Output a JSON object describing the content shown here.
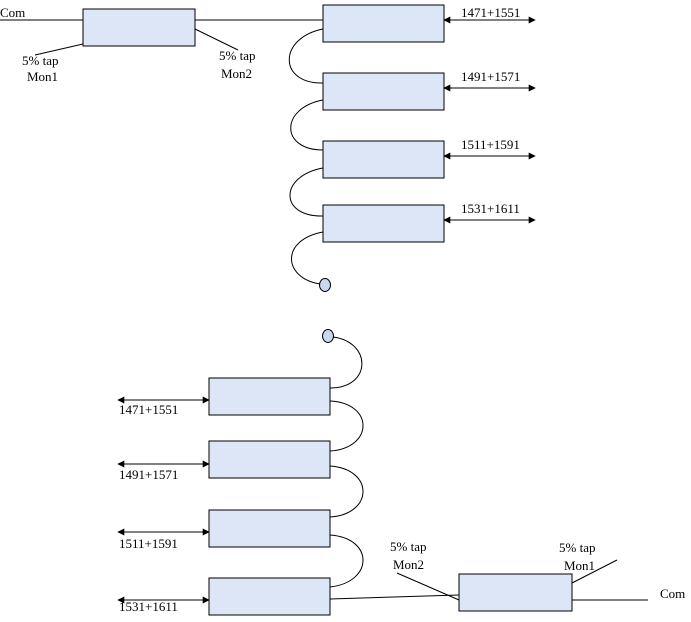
{
  "colors": {
    "box_fill": "#dde6f6",
    "line": "#000000",
    "fiber_end_fill": "#c9d7ef"
  },
  "top": {
    "com_label": "Com",
    "tap1_label": "5% tap",
    "mon1_label": "Mon1",
    "tap2_label": "5% tap",
    "mon2_label": "Mon2",
    "channels": [
      "1471+1551",
      "1491+1571",
      "1511+1591",
      "1531+1611"
    ]
  },
  "bottom": {
    "com_label": "Com",
    "tap1_label": "5% tap",
    "mon1_label": "Mon1",
    "tap2_label": "5% tap",
    "mon2_label": "Mon2",
    "channels": [
      "1471+1551",
      "1491+1571",
      "1511+1591",
      "1531+1611"
    ]
  }
}
